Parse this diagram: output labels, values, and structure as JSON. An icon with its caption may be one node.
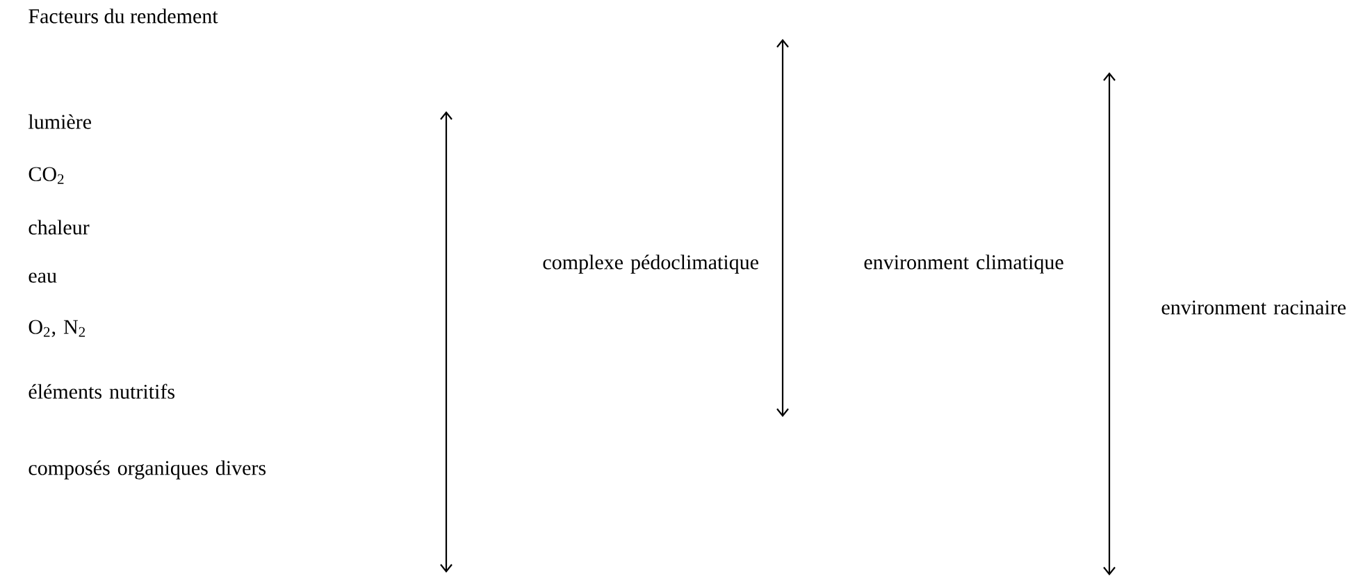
{
  "diagram": {
    "title": "Facteurs du rendement",
    "labels": [
      "lumière",
      "CO$_{2}$",
      "chaleur",
      "eau",
      "O$_{2}$, N$_{2}$",
      "éléments nutritifs",
      "composés organiques divers",
      "complexe pédoclimatique",
      "environment climatique",
      "environment racinaire"
    ]
  }
}
